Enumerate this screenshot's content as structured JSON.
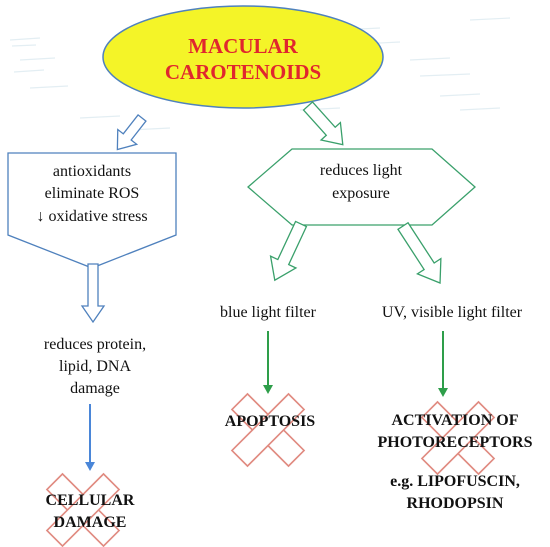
{
  "title": {
    "line1": "MACULAR",
    "line2": "CAROTENOIDS"
  },
  "antioxidants_box": {
    "line1": "antioxidants",
    "line2": "eliminate ROS",
    "line3": "↓ oxidative stress"
  },
  "light_box": {
    "line1": "reduces light",
    "line2": "exposure"
  },
  "reduces_damage": {
    "line1": "reduces protein,",
    "line2": "lipid, DNA",
    "line3": "damage"
  },
  "blue_filter": "blue light filter",
  "uv_filter": "UV, visible light filter",
  "outcome_cellular": {
    "line1": "CELLULAR",
    "line2": "DAMAGE"
  },
  "outcome_apoptosis": "APOPTOSIS",
  "outcome_activation": {
    "line1": "ACTIVATION OF",
    "line2": "PHOTORECEPTORS"
  },
  "examples": {
    "line1": "e.g. LIPOFUSCIN,",
    "line2": "RHODOPSIN"
  },
  "colors": {
    "title_fill": "#f4f428",
    "title_stroke": "#4f81bd",
    "title_text": "#e0262e",
    "blue_stroke": "#4f81bd",
    "green_stroke": "#3aa06b",
    "green_arrow": "#2e9e4a",
    "blue_arrow": "#4a86d8",
    "cross": "#e08a80"
  }
}
